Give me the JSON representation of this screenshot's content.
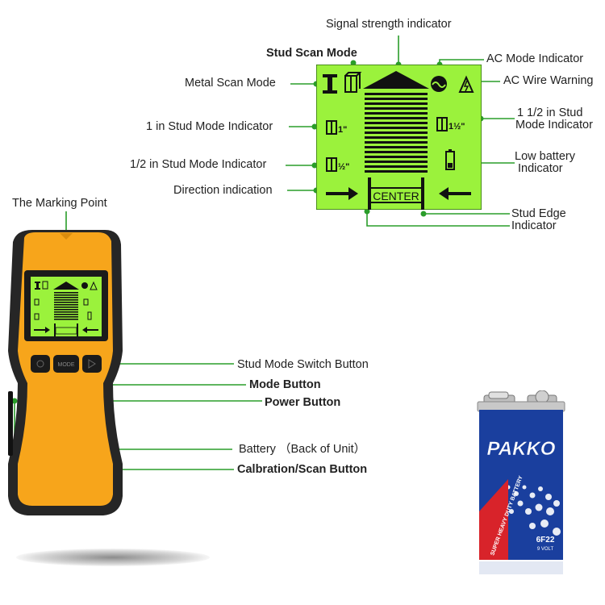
{
  "labels": {
    "signal_strength": "Signal strength indicator",
    "stud_scan": "Stud Scan Mode",
    "ac_mode": "AC Mode Indicator",
    "metal_scan": "Metal Scan Mode",
    "ac_wire": "AC Wire Warning",
    "stud_1in": "1 in Stud Mode Indicator",
    "stud_1_5_line1": "1 1/2 in Stud",
    "stud_1_5_line2": "Mode Indicator",
    "stud_half": "1/2 in Stud Mode Indicator",
    "low_batt_line1": "Low battery",
    "low_batt_line2": "Indicator",
    "direction": "Direction indication",
    "stud_edge_line1": "Stud Edge",
    "stud_edge_line2": "Indicator",
    "marking_point": "The Marking Point",
    "stud_switch": "Stud Mode Switch Button",
    "mode_button": "Mode Button",
    "power_button": "Power Button",
    "battery_back": "Battery （Back of Unit）",
    "calibration": "Calbration/Scan Button"
  },
  "lcd": {
    "center_text": "CENTER",
    "one_inch": "1\"",
    "half_inch": "½\"",
    "one_half_inch": "1½\""
  },
  "device": {
    "mode_key": "MODE"
  },
  "battery": {
    "brand": "PAKKO",
    "band_text": "SUPER HEAVY DUTY BATTERY",
    "model": "6F22",
    "voltage": "9 VOLT"
  },
  "colors": {
    "leader": "#2a9d2a",
    "lcd": "#9bf23c",
    "device_body": "#f7a51b",
    "device_shell": "#262626",
    "battery_blue": "#1a3f9e"
  }
}
